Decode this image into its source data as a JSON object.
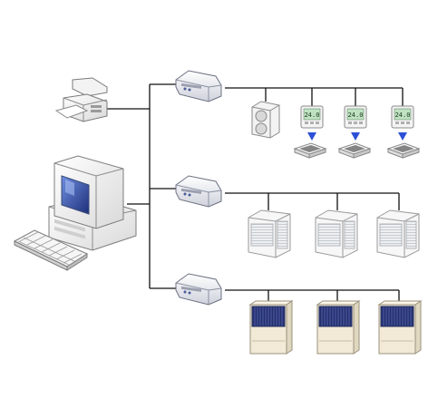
{
  "diagram": {
    "kind": "centralized-control-network",
    "background_color": "#ffffff",
    "line_color": "#111111",
    "workstation": {
      "devices": [
        "printer-icon",
        "computer-monitor-icon",
        "computer-tower-icon",
        "keyboard-icon"
      ]
    },
    "gateways": [
      {
        "id": "gateway-1",
        "icon": "network-gateway-icon"
      },
      {
        "id": "gateway-2",
        "icon": "network-gateway-icon"
      },
      {
        "id": "gateway-3",
        "icon": "network-gateway-icon"
      }
    ],
    "branches": [
      {
        "gateway": "gateway-1",
        "units": [
          {
            "icon": "split-outdoor-unit-icon"
          },
          {
            "icon": "thermostat-icon",
            "display": "24.0",
            "connects_to": "cassette-indoor-unit-icon"
          },
          {
            "icon": "thermostat-icon",
            "display": "24.0",
            "connects_to": "cassette-indoor-unit-icon"
          },
          {
            "icon": "thermostat-icon",
            "display": "24.0",
            "connects_to": "cassette-indoor-unit-icon"
          }
        ]
      },
      {
        "gateway": "gateway-2",
        "units": [
          {
            "icon": "modular-outdoor-unit-icon"
          },
          {
            "icon": "modular-outdoor-unit-icon"
          },
          {
            "icon": "modular-outdoor-unit-icon"
          }
        ]
      },
      {
        "gateway": "gateway-3",
        "units": [
          {
            "icon": "vrf-outdoor-unit-icon"
          },
          {
            "icon": "vrf-outdoor-unit-icon"
          },
          {
            "icon": "vrf-outdoor-unit-icon"
          }
        ]
      }
    ],
    "colors": {
      "device_body": "#f2f2f2",
      "device_outline": "#8a8a8a",
      "screen": "#2f4ea8",
      "thermostat_lcd": "#bfe3c2",
      "arrow": "#2b4fd6",
      "vrf_panel": "#2d3a7a"
    }
  }
}
